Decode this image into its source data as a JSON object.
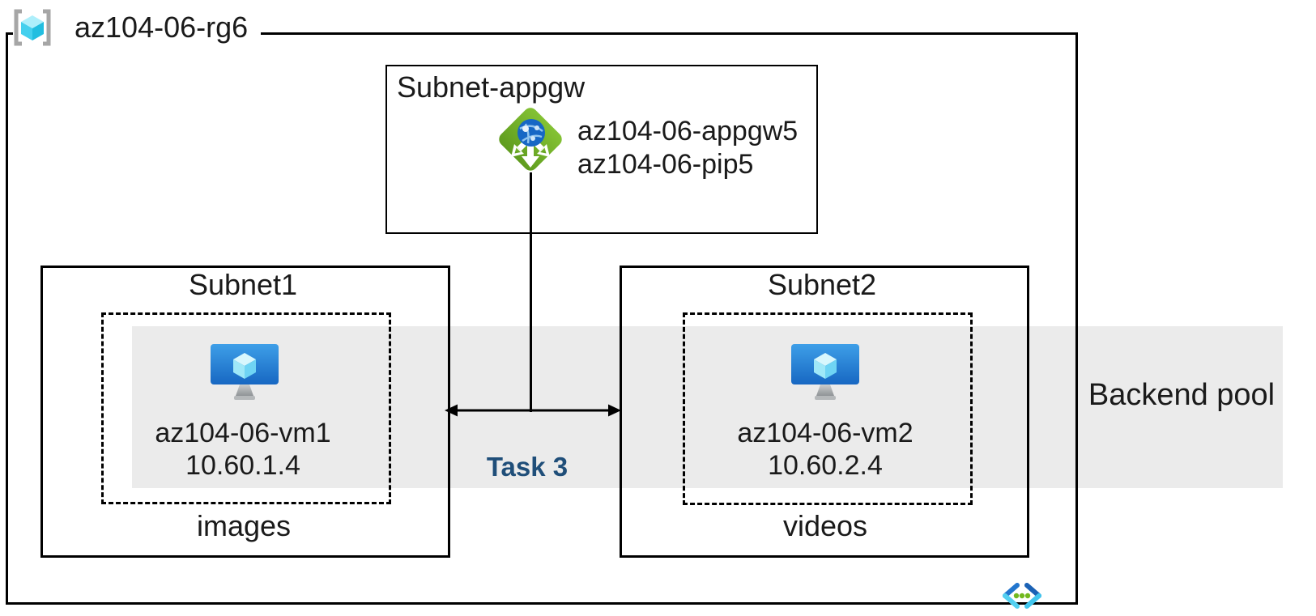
{
  "diagram": {
    "resource_group": {
      "name": "az104-06-rg6"
    },
    "appgw_subnet": {
      "title": "Subnet-appgw",
      "gateway_name": "az104-06-appgw5",
      "public_ip_name": "az104-06-pip5"
    },
    "subnet1": {
      "title": "Subnet1",
      "vm_name": "az104-06-vm1",
      "vm_ip": "10.60.1.4",
      "caption": "images"
    },
    "subnet2": {
      "title": "Subnet2",
      "vm_name": "az104-06-vm2",
      "vm_ip": "10.60.2.4",
      "caption": "videos"
    },
    "backend_pool_label": "Backend pool",
    "task_label": "Task 3",
    "icons": {
      "resource_group": "azure-resource-group-icon",
      "application_gateway": "azure-application-gateway-icon",
      "virtual_machine": "azure-virtual-machine-icon",
      "virtual_network": "azure-virtual-network-icon"
    },
    "colors": {
      "line_black": "#000000",
      "text": "#1a1a1a",
      "backend_band_gray": "#EBEBEB",
      "task_navy": "#1F4E79",
      "appgw_green": "#76B82A",
      "vm_blue_top": "#3E9FE8",
      "vm_blue_bottom": "#1767C2",
      "cube_cyan": "#44D0EE",
      "bracket_gray": "#A6A6A6",
      "vnet_blue": "#1F6FC8",
      "vnet_cyan": "#54D0F0",
      "vnet_dot_green": "#72B91F"
    }
  }
}
